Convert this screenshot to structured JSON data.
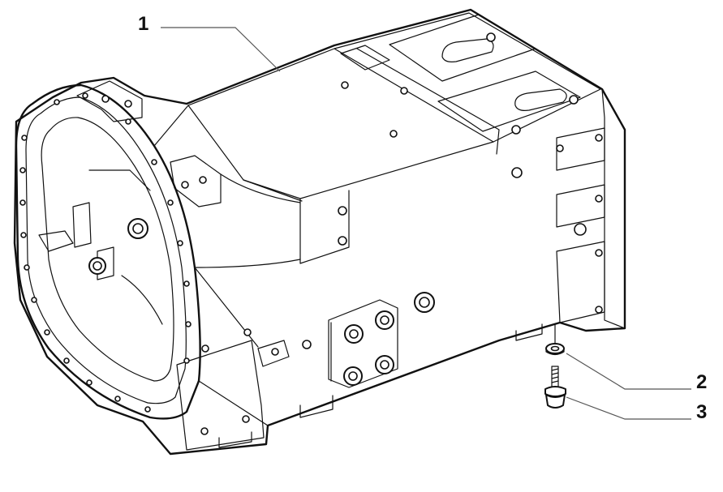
{
  "callouts": [
    {
      "label": "1"
    },
    {
      "label": "2"
    },
    {
      "label": "3"
    }
  ],
  "colors": {
    "ink": "#111111",
    "leader": "#555555",
    "background": "#ffffff"
  }
}
